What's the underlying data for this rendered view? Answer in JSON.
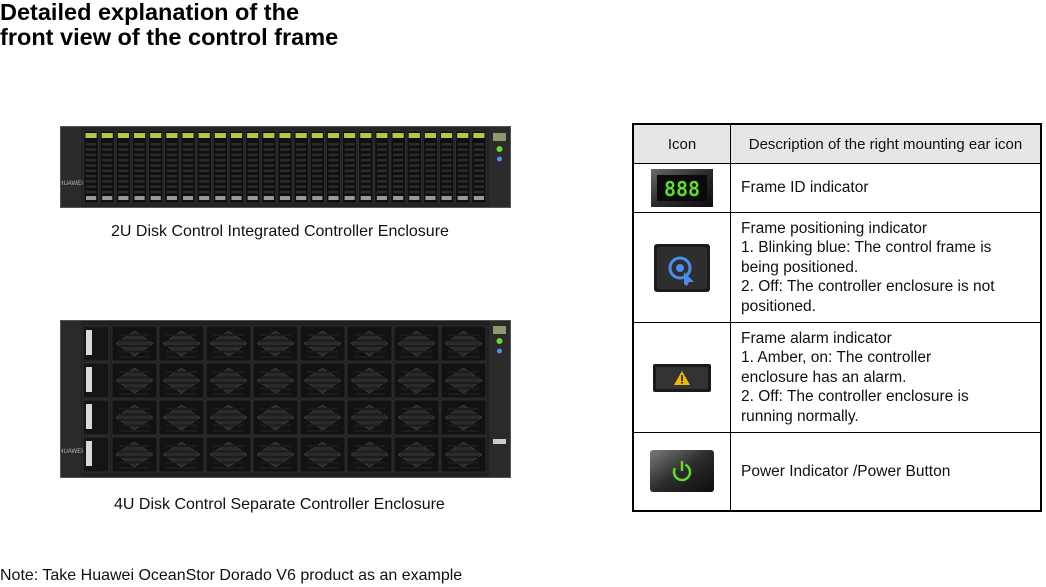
{
  "title": {
    "line1": "Detailed explanation of the",
    "line2": "front view of the control frame"
  },
  "enclosures": [
    {
      "caption": "2U Disk Control Integrated Controller Enclosure",
      "drive_slots": 25
    },
    {
      "caption": "4U Disk Control Separate Controller Enclosure",
      "drive_rows": 4,
      "drive_cols": 8
    }
  ],
  "table": {
    "headers": {
      "icon": "Icon",
      "description": "Description of the right mounting ear icon"
    },
    "rows": [
      {
        "icon": "frame-id-display-icon",
        "display_text": "888",
        "lines": [
          "Frame ID indicator"
        ]
      },
      {
        "icon": "locate-icon",
        "lines": [
          "Frame positioning indicator",
          "1. Blinking blue: The control frame is",
          "being positioned.",
          "2. Off: The controller enclosure is not",
          "positioned."
        ]
      },
      {
        "icon": "alarm-triangle-icon",
        "lines": [
          "Frame alarm indicator",
          "1. Amber, on: The controller",
          "enclosure has an alarm.",
          "2. Off: The controller enclosure is",
          "running normally."
        ]
      },
      {
        "icon": "power-icon",
        "lines": [
          "Power Indicator /Power Button"
        ]
      }
    ]
  },
  "colors": {
    "led_green": "#5fdc2c",
    "locate_blue": "#4a8ff0",
    "alarm_amber": "#f2b800"
  },
  "note": "Note: Take Huawei OceanStor Dorado V6 product as an example"
}
